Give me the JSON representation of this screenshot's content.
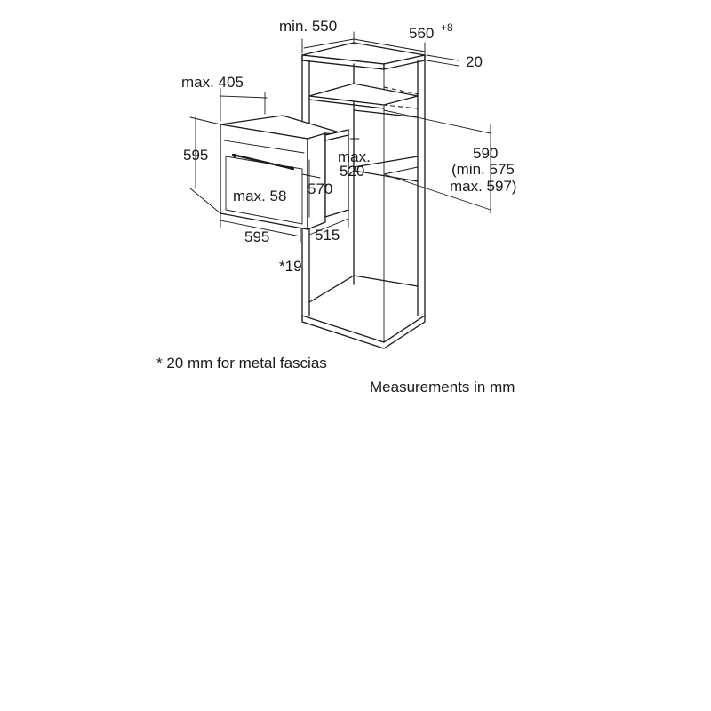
{
  "diagram": {
    "labels": {
      "min_550": "min. 550",
      "dim_560": "560",
      "dim_560_sup": "+8",
      "dim_20": "20",
      "max_405": "max. 405",
      "dim_595_height": "595",
      "max_label": "max.",
      "dim_520": "520",
      "dim_590": "590",
      "min_575": "(min. 575",
      "max_597": "max. 597)",
      "max_58": "max. 58",
      "dim_570": "570",
      "dim_595_width": "595",
      "dim_515": "515",
      "star_19": "*19"
    },
    "footnote": "* 20 mm for metal fascias",
    "units_note": "Measurements in mm"
  }
}
